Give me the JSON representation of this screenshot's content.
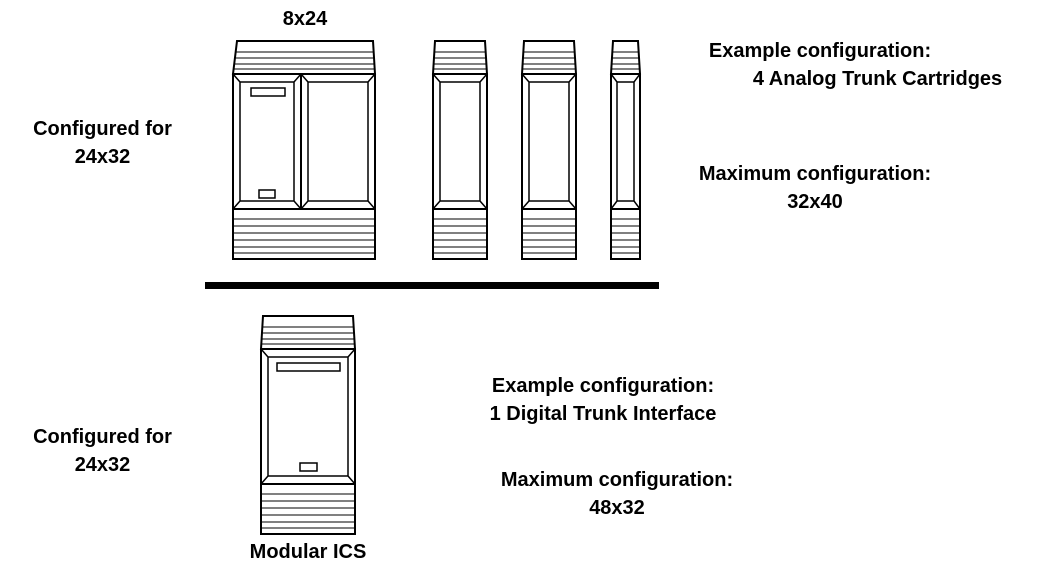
{
  "top": {
    "main_unit_label": "8x24",
    "left_label": [
      "Configured for",
      "24x32"
    ],
    "example": [
      "Example configuration:",
      "4 Analog Trunk Cartridges"
    ],
    "maximum": [
      "Maximum configuration:",
      "32x40"
    ]
  },
  "bottom": {
    "left_label": [
      "Configured for",
      "24x32"
    ],
    "example": [
      "Example configuration:",
      "1 Digital Trunk Interface"
    ],
    "maximum": [
      "Maximum configuration:",
      "48x32"
    ],
    "unit_caption": "Modular ICS"
  },
  "colors": {
    "ink": "#000000",
    "background": "#ffffff"
  }
}
